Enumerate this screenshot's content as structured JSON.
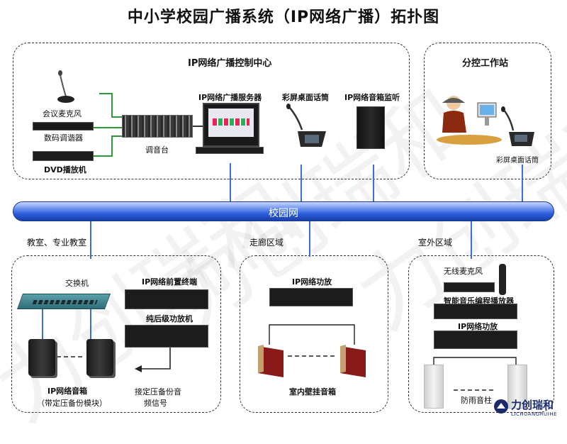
{
  "title": "中小学校园广播系统（IP网络广播）拓扑图",
  "control_center": {
    "header": "IP网络广播控制中心",
    "conference_mic": "会议麦克风",
    "digital_tuner": "数码调谐器",
    "dvd_player": "DVD播放机",
    "mixer": "调音台",
    "server": "IP网络广播服务器",
    "desktop_mic": "彩屏桌面话筒",
    "speaker_monitor": "IP网络音箱监听"
  },
  "sub_station": {
    "header": "分控工作站",
    "desktop_mic": "彩屏桌面话筒"
  },
  "network": {
    "label": "校园网"
  },
  "classroom": {
    "section": "教室、专业教室",
    "switch": "交换机",
    "front_terminal": "IP网络前置终端",
    "power_amp": "纯后级功放机",
    "speaker_label_1": "IP网络音箱",
    "speaker_label_2": "（带定压备份模块）",
    "backup_label_1": "接定压备份音",
    "backup_label_2": "频信号"
  },
  "corridor": {
    "section": "走廊区域",
    "amp": "IP网络功放",
    "speaker": "室内壁挂音箱"
  },
  "outdoor": {
    "section": "室外区域",
    "wireless_mic": "无线麦克风",
    "music_player": "智能音乐编程播放器",
    "amp": "IP网络功放",
    "column_speaker": "防雨音柱"
  },
  "brand": {
    "name": "力创瑞和",
    "pinyin": "LICHUANGRUIHE",
    "watermark": "力创瑞和"
  },
  "colors": {
    "network_blue": "#2a5cd8",
    "line_blue": "#3a6fd6",
    "green_line": "#2c9a3a"
  }
}
